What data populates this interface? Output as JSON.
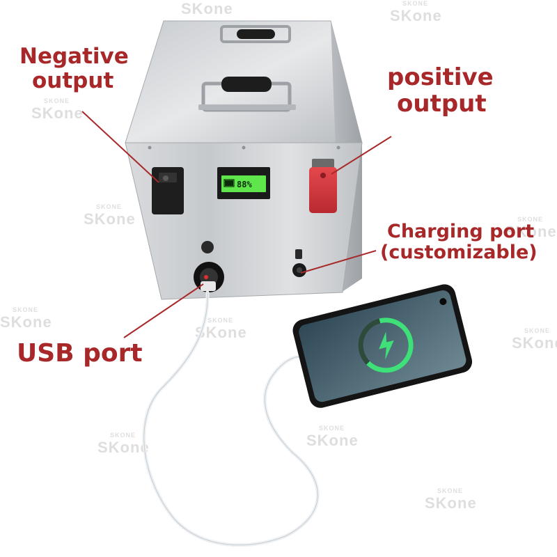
{
  "labels": {
    "negative_line1": "Negative",
    "negative_line2": "output",
    "positive_line1": "positive",
    "positive_line2": "output",
    "charging_line1": "Charging port",
    "charging_line2": "(customizable)",
    "usb": "USB port"
  },
  "bms_display": {
    "percent": "88%"
  },
  "watermark": {
    "small": "SKONE",
    "large": "SKone"
  },
  "colors": {
    "label": "#a8282a",
    "casing": "#d0d3d6",
    "positive_terminal": "#d63a3f",
    "negative_terminal": "#1e1e1e",
    "display": "#5fe64a",
    "phone_charge_ring": "#3fe07a"
  }
}
